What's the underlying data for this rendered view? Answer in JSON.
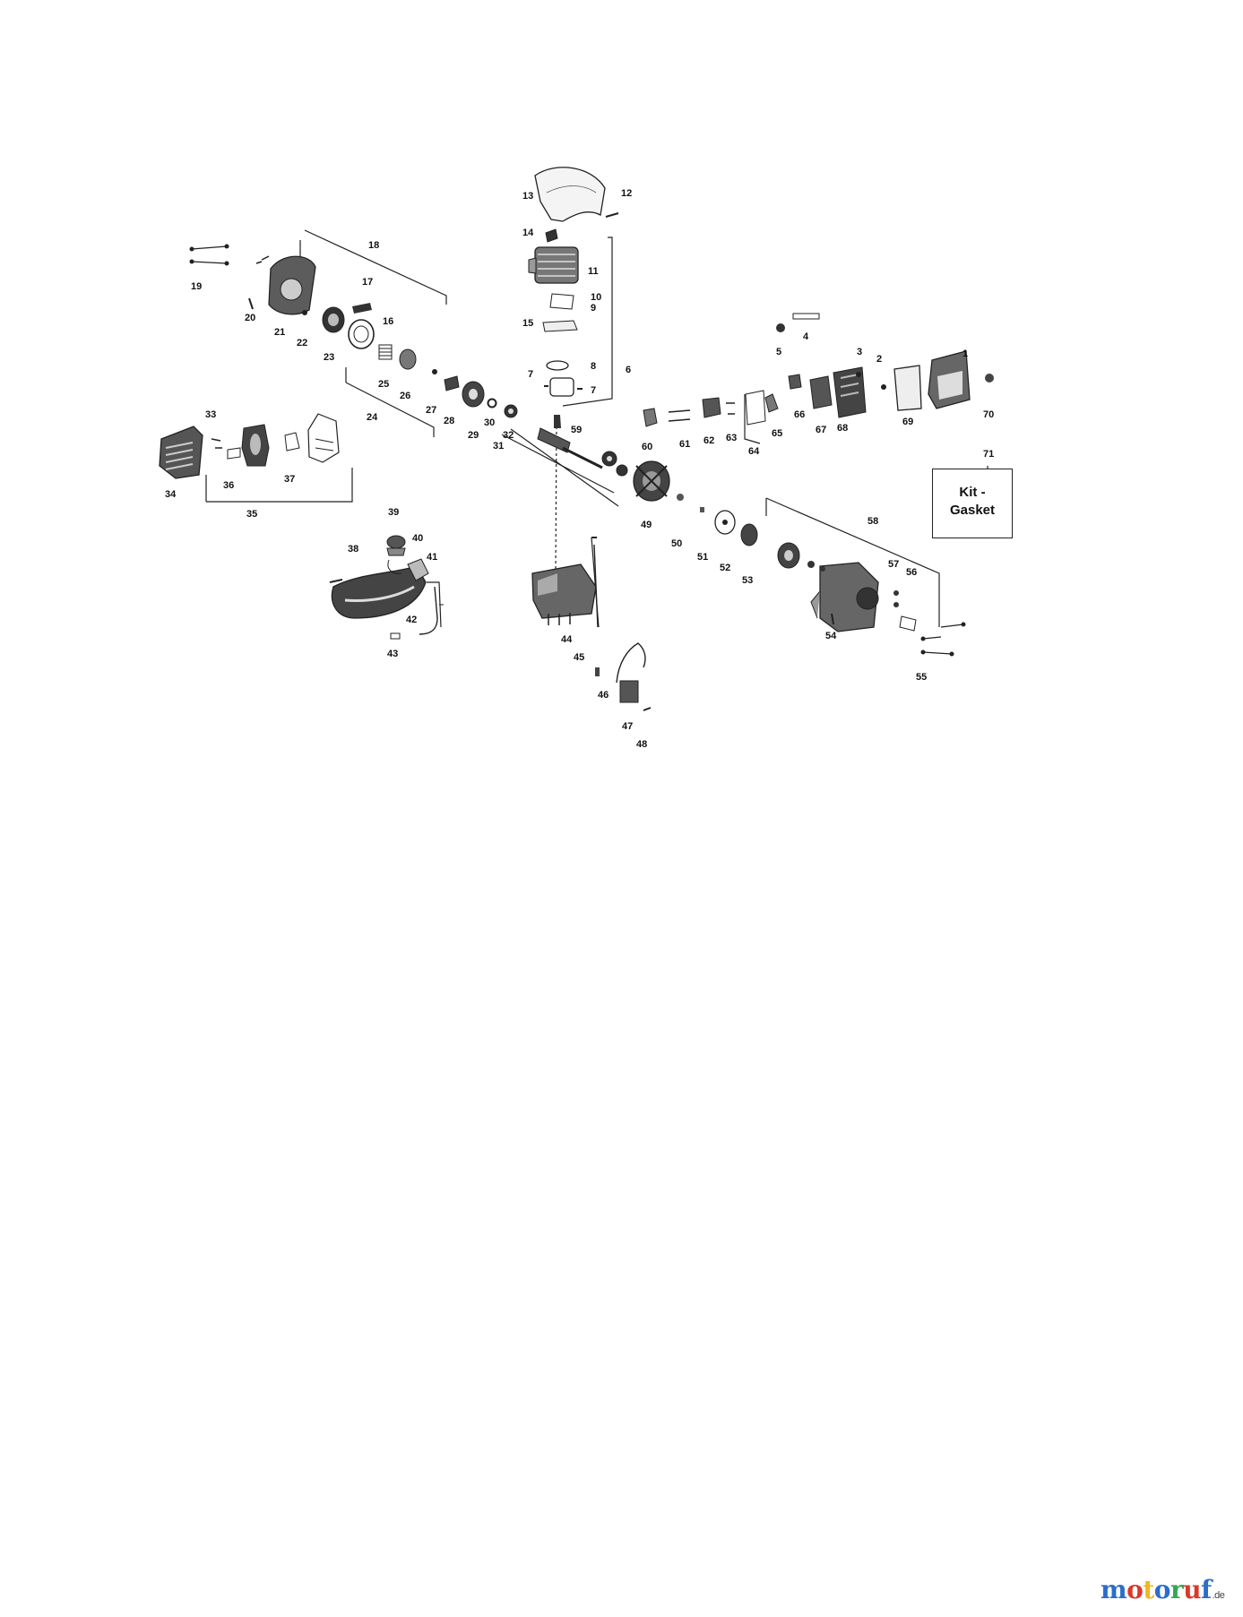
{
  "diagram": {
    "kit_box": {
      "line1": "Kit -",
      "line2": "Gasket"
    },
    "watermark": {
      "name": "motoruf",
      "tld": ".de",
      "colors": [
        "#2b6ec9",
        "#d93a2b",
        "#f2b620",
        "#2b6ec9",
        "#33a852",
        "#d93a2b",
        "#2b6ec9"
      ]
    },
    "callouts": {
      "n1": "1",
      "n2": "2",
      "n3": "3",
      "n4": "4",
      "n5": "5",
      "n6": "6",
      "n7a": "7",
      "n7b": "7",
      "n8": "8",
      "n9": "9",
      "n10": "10",
      "n11": "11",
      "n12": "12",
      "n13": "13",
      "n14": "14",
      "n15": "15",
      "n16": "16",
      "n17": "17",
      "n18": "18",
      "n19": "19",
      "n20": "20",
      "n21": "21",
      "n22": "22",
      "n23": "23",
      "n24": "24",
      "n25": "25",
      "n26": "26",
      "n27": "27",
      "n28": "28",
      "n29": "29",
      "n30": "30",
      "n31": "31",
      "n32": "32",
      "n33": "33",
      "n34": "34",
      "n35": "35",
      "n36": "36",
      "n37": "37",
      "n38": "38",
      "n39": "39",
      "n40": "40",
      "n41": "41",
      "n42": "42",
      "n43": "43",
      "n44": "44",
      "n45": "45",
      "n46": "46",
      "n47": "47",
      "n48": "48",
      "n49": "49",
      "n50": "50",
      "n51": "51",
      "n52": "52",
      "n53": "53",
      "n54": "54",
      "n55": "55",
      "n56": "56",
      "n57": "57",
      "n58": "58",
      "n59": "59",
      "n60": "60",
      "n61": "61",
      "n62": "62",
      "n63": "63",
      "n64": "64",
      "n65": "65",
      "n66": "66",
      "n67": "67",
      "n68": "68",
      "n69": "69",
      "n70": "70",
      "n71": "71"
    }
  }
}
